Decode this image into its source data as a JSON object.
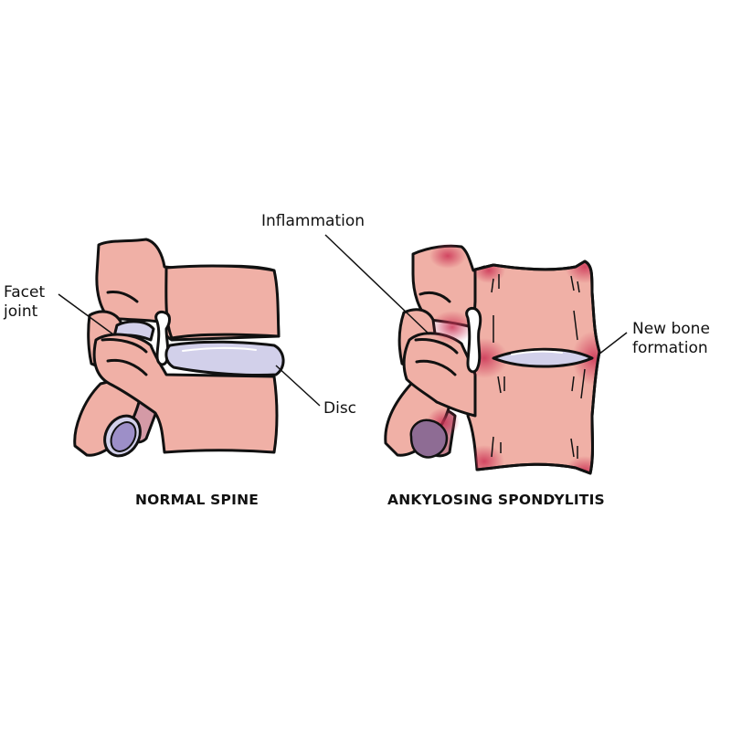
{
  "colors": {
    "bone": "#f0b0a6",
    "bone_shadow": "#e59a92",
    "disc": "#d2d0ea",
    "disc_shadow": "#a9a4d2",
    "canal": "#9d8fc8",
    "inflamed": "#cc3355",
    "outline": "#111111",
    "text": "#111111"
  },
  "normal_spine": {
    "title": "NORMAL SPINE",
    "labels": {
      "facet_joint_line1": "Facet",
      "facet_joint_line2": "joint",
      "disc": "Disc"
    }
  },
  "ankylosing_spondylitis": {
    "title": "ANKYLOSING SPONDYLITIS",
    "labels": {
      "inflammation": "Inflammation",
      "new_bone_line1": "New bone",
      "new_bone_line2": "formation"
    }
  }
}
